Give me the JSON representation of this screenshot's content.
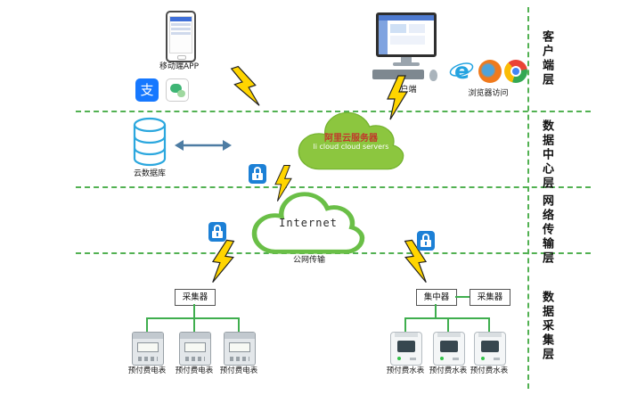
{
  "colors": {
    "layer_line_green": "#52b152",
    "cloud_green": "#8cc63f",
    "internet_stroke": "#6abf47",
    "bolt_yellow": "#ffd500",
    "lock_blue": "#1c80d6",
    "alipay_blue": "#1678ff",
    "wechat_green": "#3eb575",
    "ali_title_red": "#c0392b"
  },
  "icons": {
    "mobile-phone": "css-shape",
    "alipay": "blue tile with 支",
    "wechat": "chat-bubbles",
    "desktop-computer": "css-shape",
    "ie-browser": "blue e with ring",
    "firefox-browser": "orange-blue circle",
    "chrome-browser": "conic circle with blue core",
    "database-cylinder": "svg cylinder",
    "cloud": "svg cloud",
    "lock": "padlock tile",
    "lightning-bolt": "yellow bolt",
    "bidirectional-arrow": "double-headed arrow"
  },
  "layers": [
    {
      "label": "客户端层"
    },
    {
      "label": "数据中心层"
    },
    {
      "label": "网络传输层"
    },
    {
      "label": "数据采集层"
    }
  ],
  "client_layer": {
    "mobile_app_label": "移动端APP",
    "alipay_glyph": "支",
    "ie_glyph": "e",
    "client_pc_label": "客户端",
    "browser_label": "浏览器访问"
  },
  "datacenter_layer": {
    "cloud_db_label": "云数据库",
    "ali_cloud_title": "阿里云服务器",
    "ali_cloud_subtitle": "li cloud  cloud servers"
  },
  "network_layer": {
    "internet_label": "Internet",
    "public_net_label": "公网传输"
  },
  "collection_layer": {
    "collector_left_label": "采集器",
    "concentrator_label": "集中器",
    "collector_right_label": "采集器",
    "electric_meters": [
      "预付费电表",
      "预付费电表",
      "预付费电表"
    ],
    "water_meters": [
      "预付费水表",
      "预付费水表",
      "预付费水表"
    ]
  }
}
